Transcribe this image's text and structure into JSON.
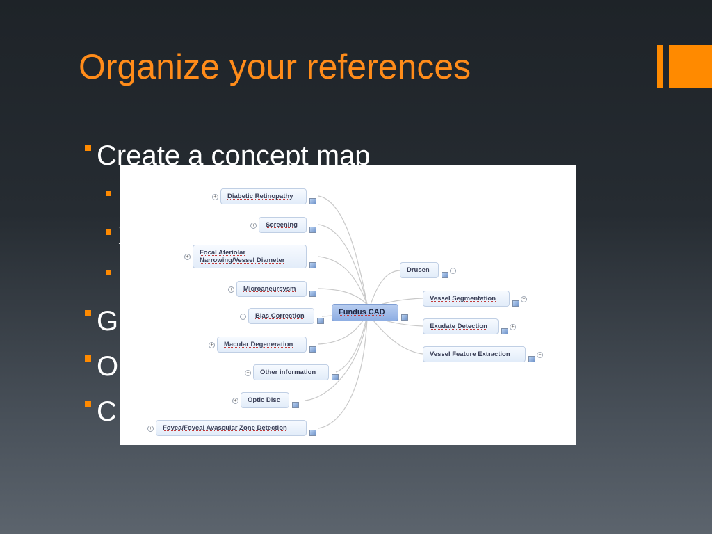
{
  "slide": {
    "title": "Organize your references",
    "colors": {
      "accent": "#ff8a00",
      "title": "#ff8c1a",
      "text": "#ffffff",
      "node_border": "#c0cfe4",
      "center_node": "#9bb7e6"
    }
  },
  "bullets": [
    {
      "level": 1,
      "text": "Create a concept map"
    },
    {
      "level": 2,
      "text": ""
    },
    {
      "level": 2,
      "text": "X"
    },
    {
      "level": 2,
      "text": ""
    },
    {
      "level": 1,
      "text": "G"
    },
    {
      "level": 1,
      "text": "O"
    },
    {
      "level": 1,
      "text": "C"
    }
  ],
  "concept_map": {
    "center": "Fundus CAD",
    "left_nodes": [
      "Diabetic Retinopathy",
      "Screening",
      "Focal Ateriolar\nNarrowing/Vessel Diameter",
      "Microaneursysm",
      "Bias Correction",
      "Macular Degeneration",
      "Other information",
      "Optic Disc",
      "Fovea/Foveal Avascular Zone Detection"
    ],
    "right_nodes": [
      "Drusen",
      "Vessel Segmentation",
      "Exudate Detection",
      "Vessel Feature Extraction"
    ],
    "icons": {
      "expand": "plus-circle-icon",
      "note": "note-icon"
    }
  }
}
